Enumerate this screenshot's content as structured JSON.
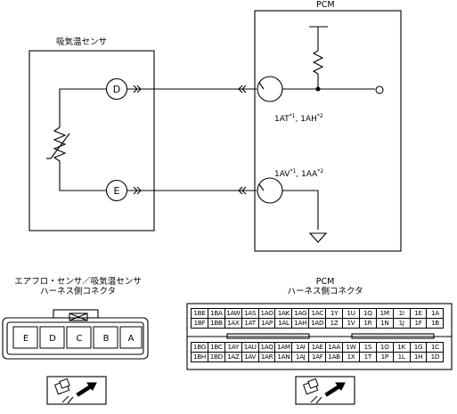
{
  "pcm_label": "PCM",
  "sensor_label": "吸気温センサ",
  "pin_d": "D",
  "pin_e": "E",
  "pin_1a": "1AT",
  "pin_1a_sup": "*1",
  "pin_1a_sep": ", 1AH",
  "pin_1a_sup2": "*2",
  "pin_2a": "1AV",
  "pin_2a_sup": "*1",
  "pin_2a_sep": ", 1AA",
  "pin_2a_sup2": "*2",
  "left_connector": {
    "title_line1": "エアフロ・センサ／吸気温センサ",
    "title_line2": "ハーネス側コネクタ",
    "pins": [
      "E",
      "D",
      "C",
      "B",
      "A"
    ]
  },
  "right_connector": {
    "title_line1": "PCM",
    "title_line2": "ハーネス側コネクタ",
    "rows": [
      [
        "1BE",
        "1BA",
        "1AW",
        "1AS",
        "1AO",
        "1AK",
        "1AG",
        "1AC",
        "1Y",
        "1U",
        "1Q",
        "1M",
        "1I",
        "1E",
        "1A"
      ],
      [
        "1BF",
        "1BB",
        "1AX",
        "1AT",
        "1AP",
        "1AL",
        "1AH",
        "1AD",
        "1Z",
        "1V",
        "1R",
        "1N",
        "1J",
        "1F",
        "1B"
      ],
      [
        "1BG",
        "1BC",
        "1AY",
        "1AU",
        "1AQ",
        "1AM",
        "1AI",
        "1AE",
        "1AA",
        "1W",
        "1S",
        "1O",
        "1K",
        "1G",
        "1C"
      ],
      [
        "1BH",
        "1BD",
        "1AZ",
        "1AV",
        "1AR",
        "1AN",
        "1AJ",
        "1AF",
        "1AB",
        "1X",
        "1T",
        "1P",
        "1L",
        "1H",
        "1D"
      ]
    ]
  }
}
